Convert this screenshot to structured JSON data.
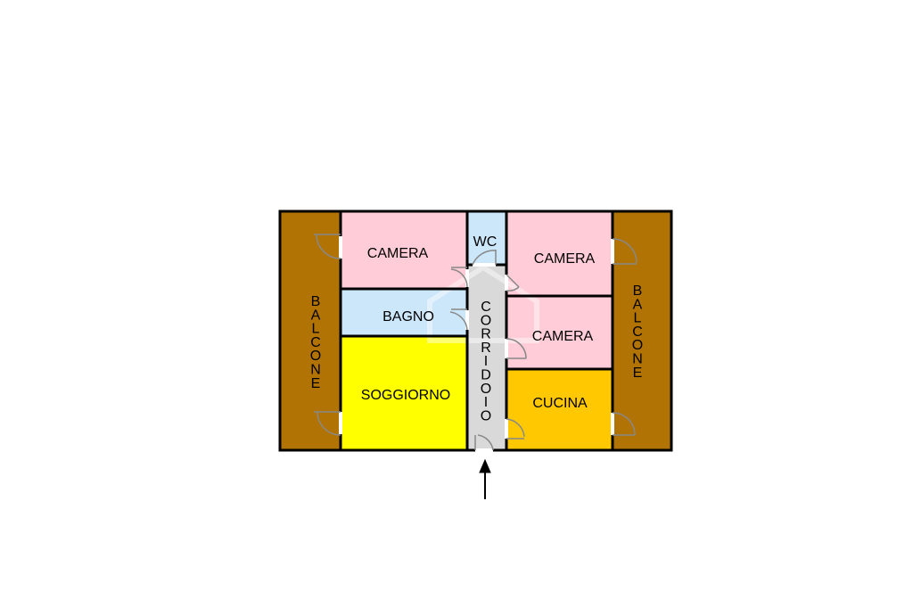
{
  "rooms": {
    "balcone_left": {
      "label": "BALCONE",
      "color": "#B27305"
    },
    "balcone_right": {
      "label": "BALCONE",
      "color": "#B27305"
    },
    "camera_top_left": {
      "label": "CAMERA",
      "color": "#FFCCD8"
    },
    "bagno": {
      "label": "BAGNO",
      "color": "#CCE6FA"
    },
    "soggiorno": {
      "label": "SOGGIORNO",
      "color": "#FFFF00"
    },
    "wc": {
      "label": "WC",
      "color": "#CCE6FA"
    },
    "corridoio": {
      "label": "CORRIDOIO",
      "color": "#D9D9D9"
    },
    "camera_top_right": {
      "label": "CAMERA",
      "color": "#FFCCD8"
    },
    "camera_mid_right": {
      "label": "CAMERA",
      "color": "#FFCCD8"
    },
    "cucina": {
      "label": "CUCINA",
      "color": "#FFC800"
    }
  },
  "colors": {
    "wall": "#000000",
    "door_arc": "#888888",
    "entrance_arrow": "#000000",
    "watermark": "#ffffff"
  },
  "icons": {
    "entrance": "entrance-arrow-icon",
    "watermark": "house-watermark-icon"
  }
}
